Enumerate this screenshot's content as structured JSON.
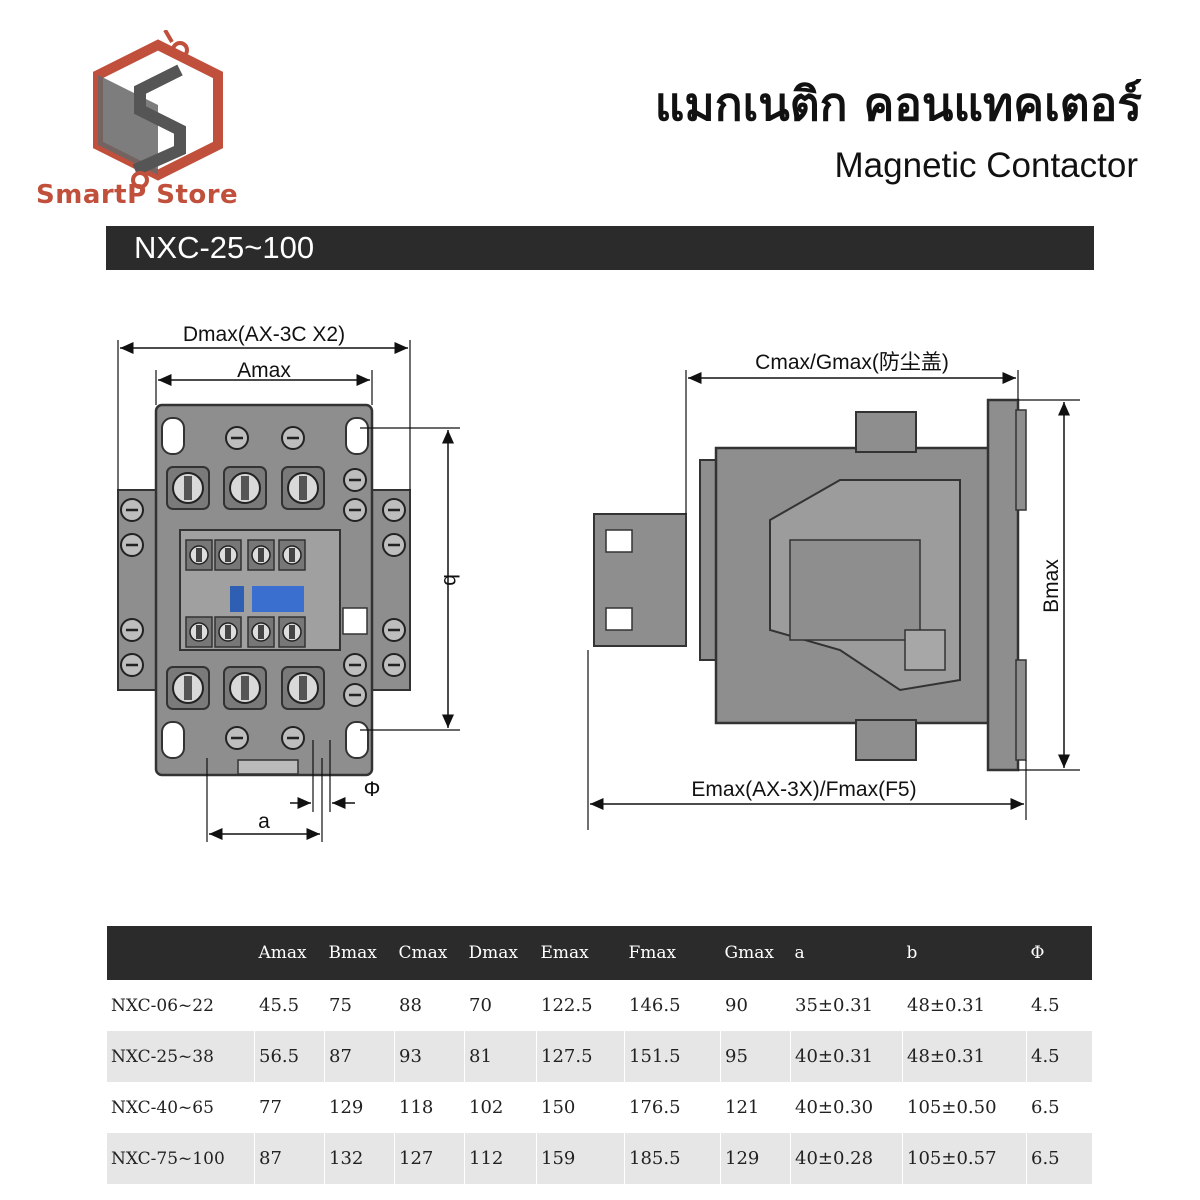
{
  "brand": {
    "name": "SmartP Store",
    "color": "#c0503c",
    "icon": "store-logo-icon"
  },
  "header": {
    "title_th": "แมกเนติก คอนแทคเตอร์",
    "title_en": "Magnetic Contactor"
  },
  "model_bar": {
    "label": "NXC-25~100"
  },
  "drawing": {
    "front": {
      "dmax": "Dmax(AX-3C X2)",
      "amax": "Amax",
      "b": "b",
      "a": "a",
      "phi": "Φ"
    },
    "side": {
      "cmax": "Cmax/Gmax(防尘盖)",
      "bmax": "Bmax",
      "emax": "Emax(AX-3X)/Fmax(F5)"
    }
  },
  "table": {
    "headers": [
      "",
      "Amax",
      "Bmax",
      "Cmax",
      "Dmax",
      "Emax",
      "Fmax",
      "Gmax",
      "a",
      "b",
      "Φ"
    ],
    "rows": [
      [
        "NXC-06~22",
        "45.5",
        "75",
        "88",
        "70",
        "122.5",
        "146.5",
        "90",
        "35±0.31",
        "48±0.31",
        "4.5"
      ],
      [
        "NXC-25~38",
        "56.5",
        "87",
        "93",
        "81",
        "127.5",
        "151.5",
        "95",
        "40±0.31",
        "48±0.31",
        "4.5"
      ],
      [
        "NXC-40~65",
        "77",
        "129",
        "118",
        "102",
        "150",
        "176.5",
        "121",
        "40±0.30",
        "105±0.50",
        "6.5"
      ],
      [
        "NXC-75~100",
        "87",
        "132",
        "127",
        "112",
        "159",
        "185.5",
        "129",
        "40±0.28",
        "105±0.57",
        "6.5"
      ]
    ]
  }
}
